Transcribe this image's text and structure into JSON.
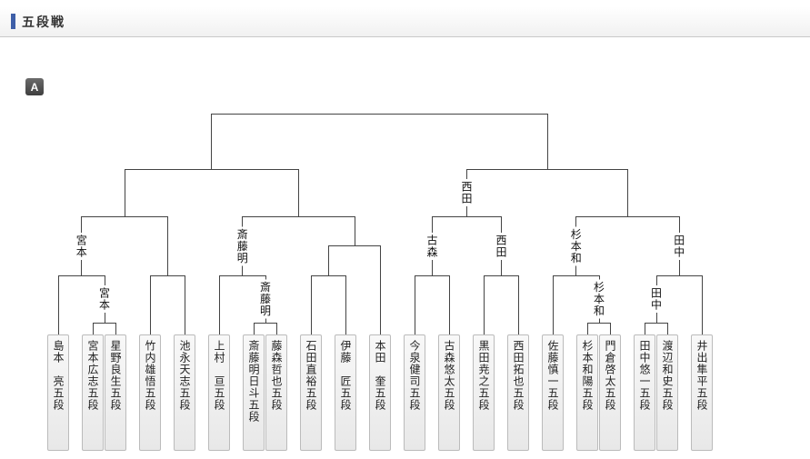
{
  "header": {
    "title": "五段戦",
    "accent_color": "#3e5fa8"
  },
  "block": {
    "label": "A"
  },
  "bracket": {
    "line_color": "#444444",
    "players": [
      {
        "name": "島本　亮五段"
      },
      {
        "name": "宮本広志五段"
      },
      {
        "name": "星野良生五段"
      },
      {
        "name": "竹内雄悟五段"
      },
      {
        "name": "池永天志五段"
      },
      {
        "name": "上村　亘五段"
      },
      {
        "name": "斎藤明日斗五段"
      },
      {
        "name": "藤森哲也五段"
      },
      {
        "name": "石田直裕五段"
      },
      {
        "name": "伊藤　匠五段"
      },
      {
        "name": "本田　奎五段"
      },
      {
        "name": "今泉健司五段"
      },
      {
        "name": "古森悠太五段"
      },
      {
        "name": "黒田尭之五段"
      },
      {
        "name": "西田拓也五段"
      },
      {
        "name": "佐藤慎一五段"
      },
      {
        "name": "杉本和陽五段"
      },
      {
        "name": "門倉啓太五段"
      },
      {
        "name": "田中悠一五段"
      },
      {
        "name": "渡辺和史五段"
      },
      {
        "name": "井出隼平五段"
      }
    ],
    "tree": {
      "round": "f",
      "winner": null,
      "children": [
        {
          "round": "sf",
          "winner": null,
          "children": [
            {
              "round": "r3",
              "winner": null,
              "children": [
                {
                  "round": "r2",
                  "winner": "宮本",
                  "children": [
                    {
                      "player": 0
                    },
                    {
                      "round": "r1",
                      "winner": "宮本",
                      "children": [
                        {
                          "player": 1
                        },
                        {
                          "player": 2
                        }
                      ]
                    }
                  ]
                },
                {
                  "round": "r2",
                  "winner": null,
                  "children": [
                    {
                      "player": 3
                    },
                    {
                      "player": 4
                    }
                  ]
                }
              ]
            },
            {
              "round": "r3",
              "winner": null,
              "children": [
                {
                  "round": "r2",
                  "winner": "斎藤明",
                  "children": [
                    {
                      "player": 5
                    },
                    {
                      "round": "r1",
                      "winner": "斎藤明",
                      "children": [
                        {
                          "player": 6
                        },
                        {
                          "player": 7
                        }
                      ]
                    }
                  ]
                },
                {
                  "round": "r25",
                  "winner": null,
                  "children": [
                    {
                      "round": "r2",
                      "winner": null,
                      "children": [
                        {
                          "player": 8
                        },
                        {
                          "player": 9
                        }
                      ]
                    },
                    {
                      "player": 10
                    }
                  ]
                }
              ]
            }
          ]
        },
        {
          "round": "sf",
          "winner": null,
          "children": [
            {
              "round": "r3",
              "winner": "西田",
              "children": [
                {
                  "round": "r2",
                  "winner": "古森",
                  "children": [
                    {
                      "player": 11
                    },
                    {
                      "player": 12
                    }
                  ]
                },
                {
                  "round": "r2",
                  "winner": "西田",
                  "children": [
                    {
                      "player": 13
                    },
                    {
                      "player": 14
                    }
                  ]
                }
              ]
            },
            {
              "round": "r3",
              "winner": null,
              "children": [
                {
                  "round": "r2",
                  "winner": "杉本和",
                  "children": [
                    {
                      "player": 15
                    },
                    {
                      "round": "r1",
                      "winner": "杉本和",
                      "children": [
                        {
                          "player": 16
                        },
                        {
                          "player": 17
                        }
                      ]
                    }
                  ]
                },
                {
                  "round": "r2",
                  "winner": "田中",
                  "children": [
                    {
                      "round": "r1",
                      "winner": "田中",
                      "children": [
                        {
                          "player": 18
                        },
                        {
                          "player": 19
                        }
                      ]
                    },
                    {
                      "player": 20
                    }
                  ]
                }
              ]
            }
          ]
        }
      ]
    }
  }
}
